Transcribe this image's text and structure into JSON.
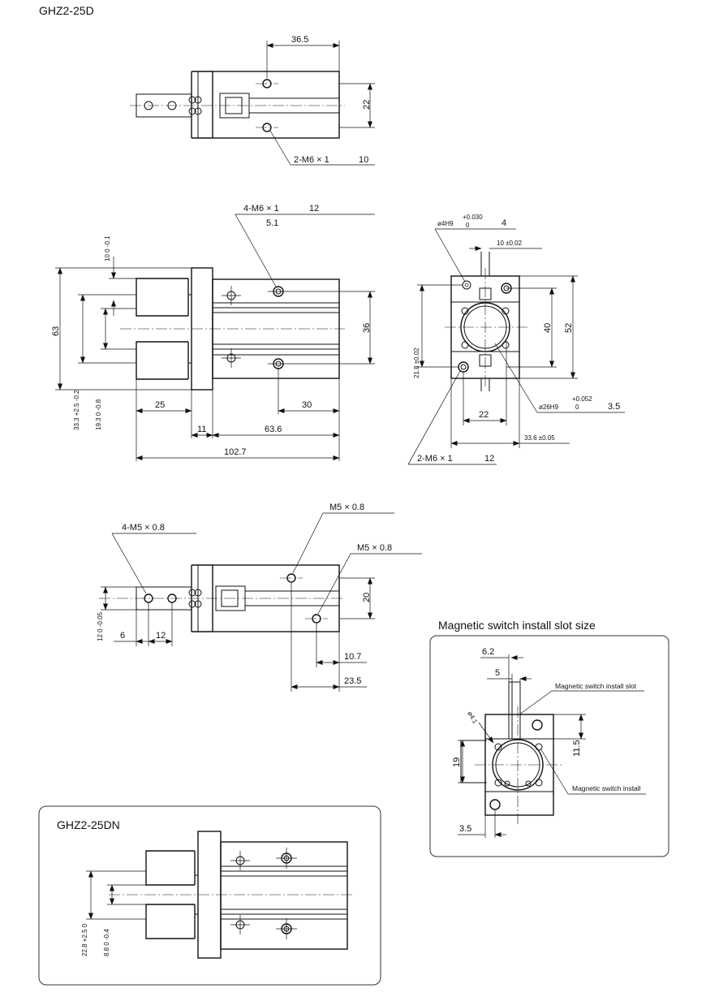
{
  "title": "GHZ2-25D",
  "top_view": {
    "dims": {
      "width": "36.5",
      "height": "22"
    },
    "callout": {
      "thread": "2-M6 × 1",
      "depth": "10"
    }
  },
  "front_view": {
    "callout_a": {
      "thread": "4-M6 × 1",
      "depth": "12",
      "pitch": "5.1"
    },
    "dims": {
      "jaw_tol": "10 0 -0.1",
      "overall_height": "63",
      "body_height": "36",
      "open_width": "33.3 +2.5 -0.2",
      "closed_width": "19.3 0 -0.8",
      "jaw_len": "25",
      "offset": "30",
      "flange": "11",
      "body_len": "63.6",
      "total_len": "102.7"
    }
  },
  "end_view": {
    "pin": {
      "label": "ø4H9",
      "tol_upper": "+0.030",
      "tol_lower": "0",
      "depth": "4"
    },
    "slot": "10 ±0.02",
    "dims": {
      "h40": "40",
      "h52": "52",
      "h218": "21.8 ±0.02",
      "w22": "22",
      "w336": "33.6 ±0.05"
    },
    "bore": {
      "label": "ø26H9",
      "tol_upper": "+0.052",
      "tol_lower": "0",
      "depth": "3.5"
    },
    "callout": {
      "thread": "2-M6 × 1",
      "depth": "12"
    }
  },
  "bottom_view": {
    "callout_a": "M5 × 0.8",
    "callout_b": "M5 × 0.8",
    "callout_c": "4-M5 × 0.8",
    "dims": {
      "h20": "20",
      "w107": "10.7",
      "w235": "23.5",
      "w6": "6",
      "w12": "12",
      "tol12": "12 0 -0.05"
    }
  },
  "magnetic": {
    "title": "Magnetic switch install slot size",
    "dims": {
      "d62": "6.2",
      "d5": "5",
      "d41": "ø4.1",
      "d19": "19",
      "d115": "11.5",
      "d35": "3.5"
    },
    "note_slot": "Magnetic switch install slot",
    "note_install": "Magnetic switch install"
  },
  "dn": {
    "title": "GHZ2-25DN",
    "dims": {
      "open": "22.8 +2.5 0",
      "closed": "8.8 0 -0.4"
    }
  }
}
